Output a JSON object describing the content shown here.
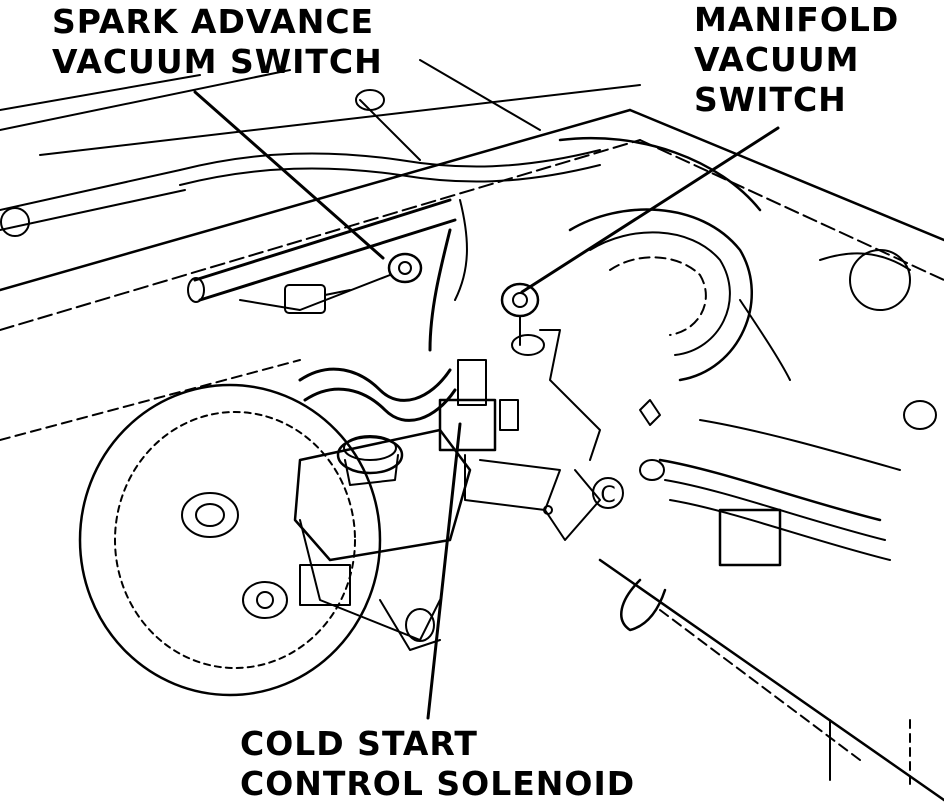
{
  "labels": {
    "spark_advance": {
      "line1": "SPARK ADVANCE",
      "line2": "VACUUM SWITCH"
    },
    "manifold": {
      "line1": "MANIFOLD",
      "line2": "VACUUM",
      "line3": "SWITCH"
    },
    "cold_start": {
      "line1": "COLD START",
      "line2": "CONTROL SOLENOID"
    },
    "connector_letter": "C"
  },
  "colors": {
    "ink": "#000000",
    "paper": "#ffffff"
  }
}
